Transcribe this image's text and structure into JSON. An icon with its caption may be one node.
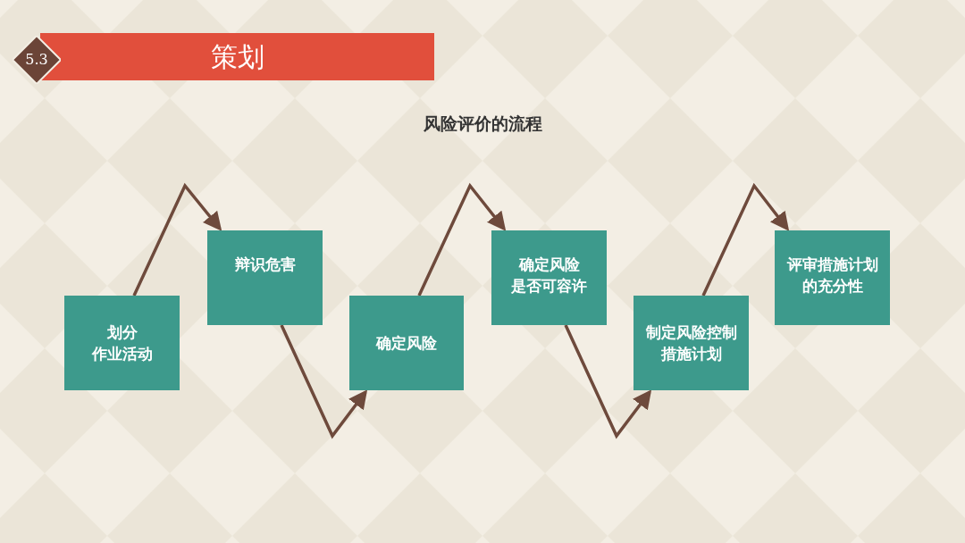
{
  "diagram": {
    "title": "风险评价的流程",
    "nodes": [
      {
        "text": [
          "5.3"
        ]
      },
      {
        "text": [
          "策划"
        ]
      },
      {
        "text": [
          "划分作业活动"
        ]
      },
      {
        "text": [
          "辩识危害"
        ]
      },
      {
        "text": [
          "确定风险"
        ]
      },
      {
        "text": [
          "确定风险是否可容许"
        ]
      },
      {
        "text": [
          "制定风险控制措施计划"
        ]
      },
      {
        "text": [
          "评审措施计划的充分性"
        ]
      }
    ],
    "edges": [
      {
        "from": 2,
        "to": 3,
        "arrow": "to"
      },
      {
        "from": 3,
        "to": 4,
        "arrow": "to"
      },
      {
        "from": 4,
        "to": 5,
        "arrow": "to"
      },
      {
        "from": 5,
        "to": 6,
        "arrow": "to"
      },
      {
        "from": 6,
        "to": 7,
        "arrow": "to"
      }
    ]
  }
}
